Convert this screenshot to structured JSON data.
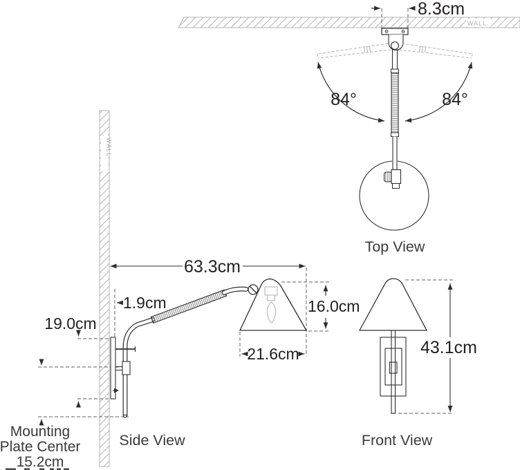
{
  "diagram": {
    "title": "Wall sconce dimensions drawing",
    "views": {
      "top": {
        "label": "Top View",
        "wall_label": "WALL.",
        "plate_width": "8.3cm",
        "swing_left": "84°",
        "swing_right": "84°"
      },
      "side": {
        "label": "Side View",
        "wall_label": "WALL.",
        "extension": "63.3cm",
        "backplate_depth": "1.9cm",
        "backplate_height": "19.0cm",
        "shade_height": "16.0cm",
        "shade_width": "21.6cm",
        "mounting_note": {
          "line1": "Mounting",
          "line2": "Plate Center",
          "line3": "15.2cm"
        }
      },
      "front": {
        "label": "Front View",
        "overall_height": "43.1cm"
      }
    },
    "colors": {
      "line": "#2e2d2c",
      "hatch": "#b3b3b3",
      "ghost": "#b0b0b0",
      "dash": "#5f5f5f",
      "text": "#231f20",
      "background": "#ffffff"
    }
  }
}
